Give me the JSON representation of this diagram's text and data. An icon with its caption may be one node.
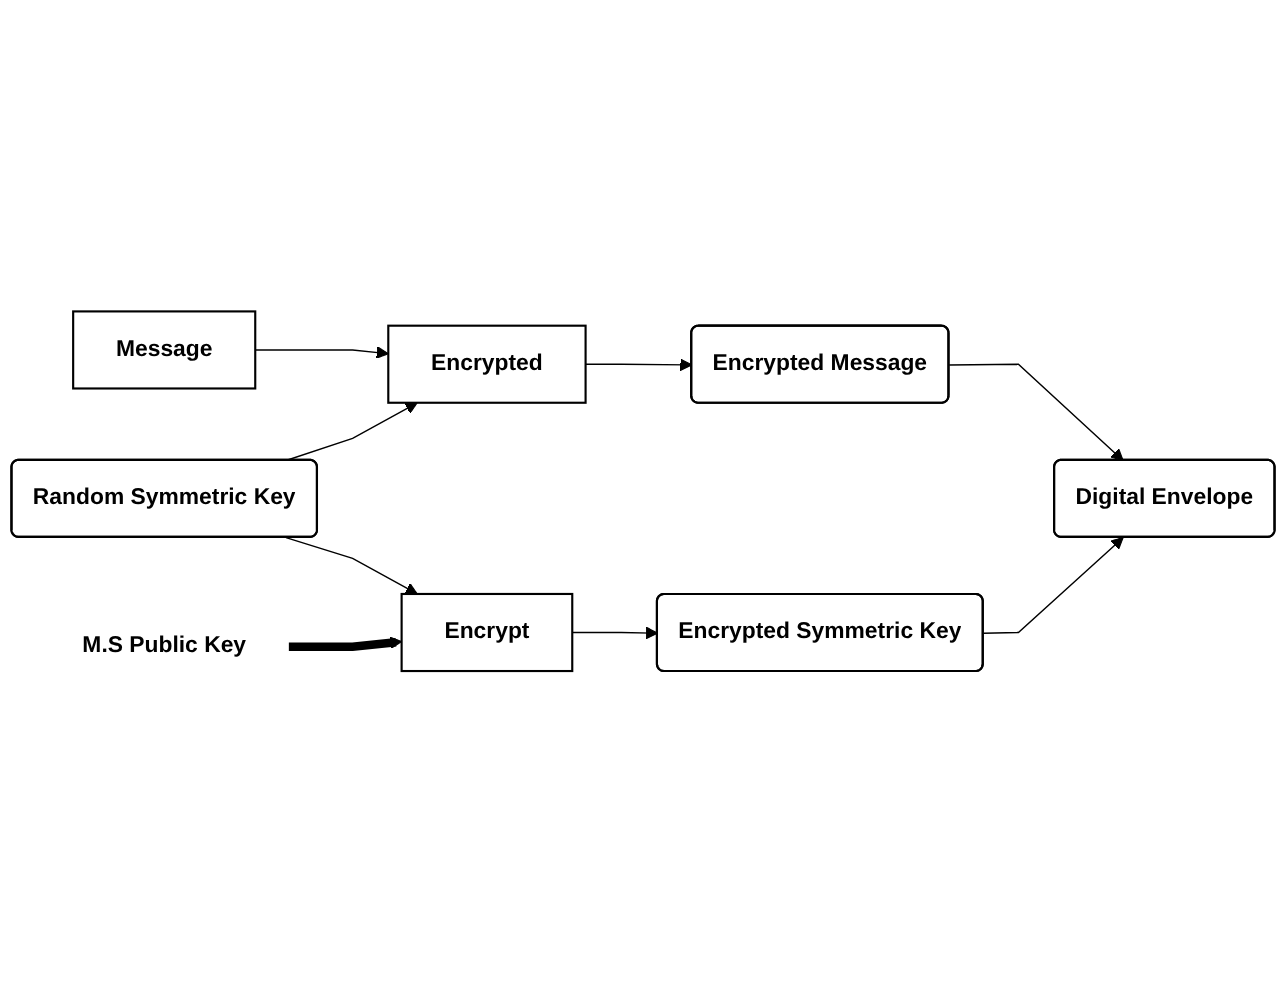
{
  "diagram": {
    "nodes": [
      {
        "text": [
          "Message"
        ]
      },
      {
        "text": [
          "Encrypted"
        ]
      },
      {
        "text": [
          "Encrypted Message"
        ]
      },
      {
        "text": [
          "Digital Envelope"
        ]
      },
      {
        "text": [
          "Random Symmetric Key"
        ]
      },
      {
        "text": [
          "Encrypt"
        ]
      },
      {
        "text": [
          "Encrypted Symmetric Key"
        ]
      },
      {
        "text": [
          "M.S Public Key"
        ]
      }
    ],
    "edges": [
      {
        "from": 0,
        "to": 1,
        "arrow": "to"
      },
      {
        "from": 1,
        "to": 2,
        "arrow": "to"
      },
      {
        "from": 2,
        "to": 3,
        "arrow": "to"
      },
      {
        "from": 4,
        "to": 1,
        "arrow": "to"
      },
      {
        "from": 4,
        "to": 5,
        "arrow": "to"
      },
      {
        "from": 5,
        "to": 6,
        "arrow": "to"
      },
      {
        "from": 6,
        "to": 3,
        "arrow": "to"
      },
      {
        "from": 7,
        "to": 5,
        "arrow": "to",
        "style": "thick"
      }
    ]
  }
}
